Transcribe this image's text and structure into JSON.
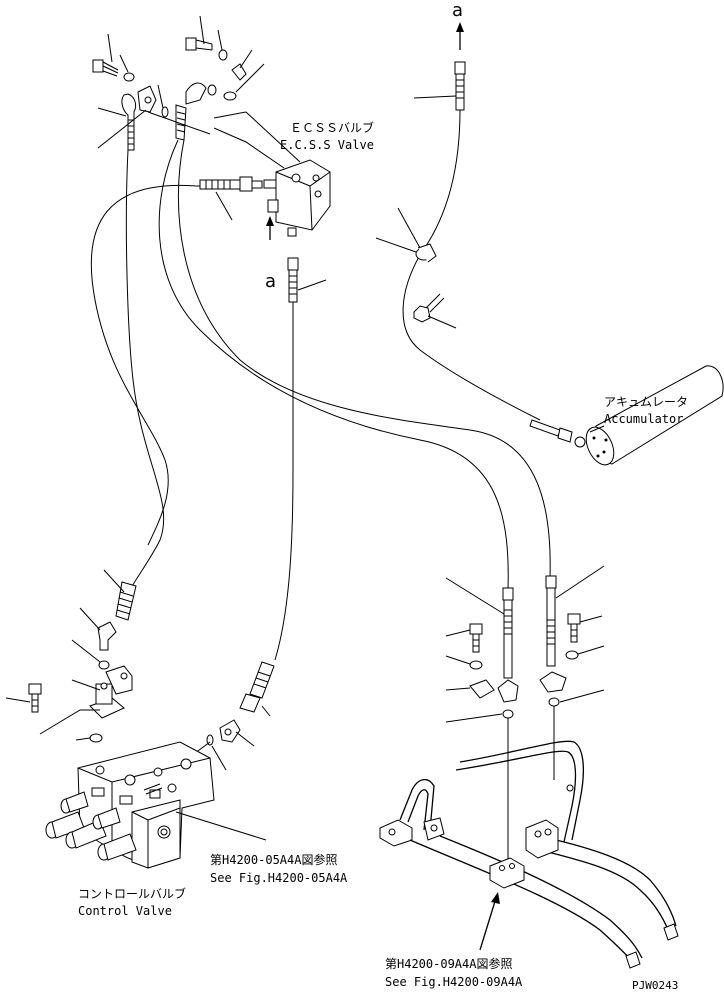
{
  "labels": {
    "ecss_jp": "ＥＣＳＳバルブ",
    "ecss_en": "E.C.S.S Valve",
    "accumulator_jp": "アキュムレータ",
    "accumulator_en": "Accumulator",
    "control_jp": "コントロールバルブ",
    "control_en": "Control Valve",
    "ref1_jp": "第H4200-05A4A図参照",
    "ref1_en": "See Fig.H4200-05A4A",
    "ref2_jp": "第H4200-09A4A図参照",
    "ref2_en": "See Fig.H4200-09A4A",
    "connector_top": "a",
    "connector_mid": "a",
    "figure_code": "PJW0243"
  }
}
